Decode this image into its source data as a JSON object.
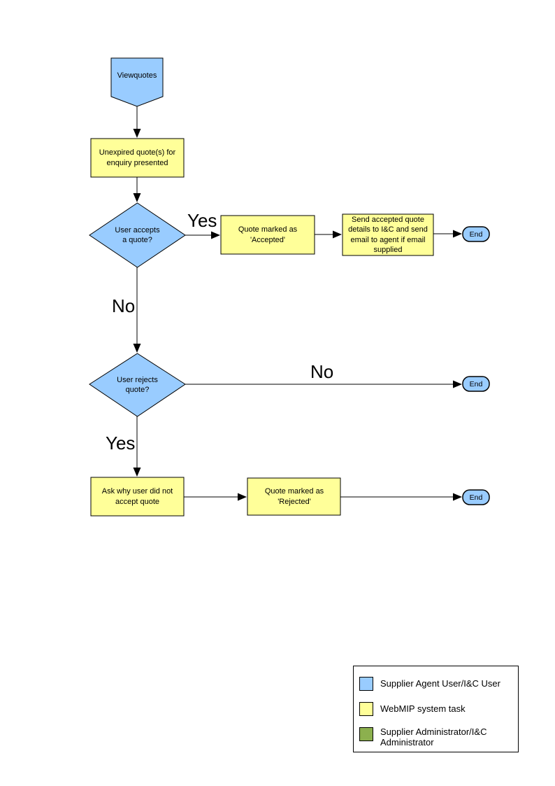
{
  "diagram": {
    "type": "flowchart",
    "nodes": {
      "viewquotes": "Viewquotes",
      "unexpired": "Unexpired quote(s) for enquiry presented",
      "user_accepts": "User accepts a quote?",
      "marked_accepted": "Quote marked as 'Accepted'",
      "send_details": "Send accepted quote details to I&C and send email to agent if email supplied",
      "user_rejects": "User rejects quote?",
      "ask_why": "Ask why user did not accept quote",
      "marked_rejected": "Quote marked as 'Rejected'",
      "end1": "End",
      "end2": "End",
      "end3": "End"
    },
    "edges": {
      "accept_yes": "Yes",
      "accept_no": "No",
      "reject_no": "No",
      "reject_yes": "Yes"
    },
    "colors": {
      "user_shape": "#99CCFF",
      "system_task": "#FFFF99",
      "administrator": "#8CB04E",
      "line": "#000000"
    },
    "legend": {
      "items": [
        {
          "swatch_color": "#99CCFF",
          "label": "Supplier Agent User/I&C User"
        },
        {
          "swatch_color": "#FFFF99",
          "label": "WebMIP system task"
        },
        {
          "swatch_color": "#8CB04E",
          "label": "Supplier Administrator/I&C Administrator"
        }
      ]
    }
  }
}
